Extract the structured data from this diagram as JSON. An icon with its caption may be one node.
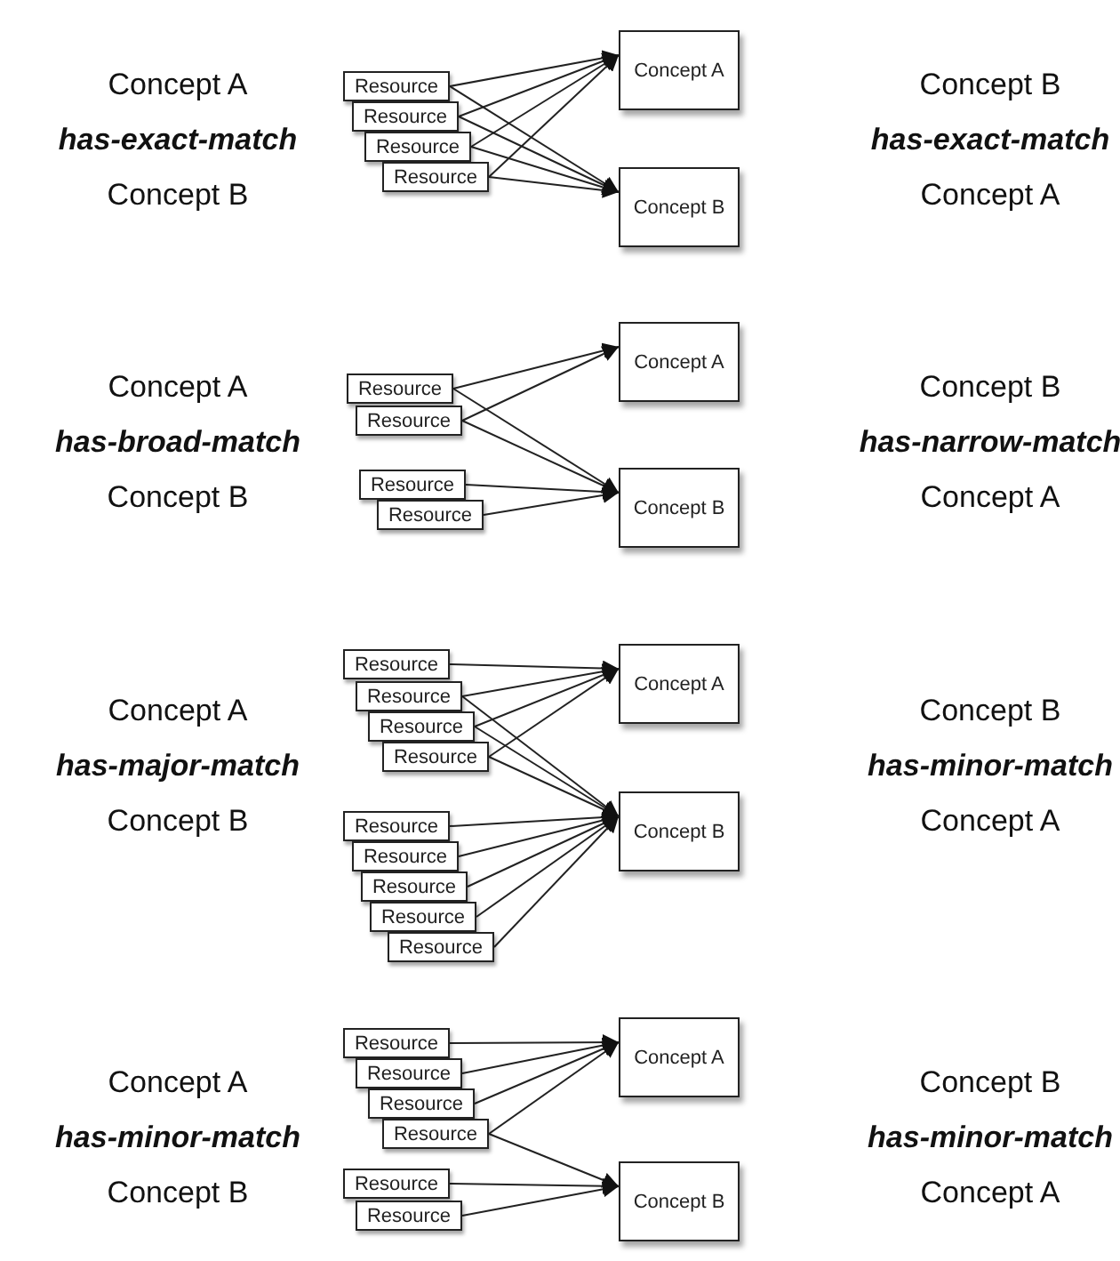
{
  "diagram": {
    "nodes": [
      {
        "text": [
          "Resource"
        ]
      },
      {
        "text": [
          "Resource"
        ]
      },
      {
        "text": [
          "Resource"
        ]
      },
      {
        "text": [
          "Resource"
        ]
      },
      {
        "text": [
          "Concept A"
        ]
      },
      {
        "text": [
          "Concept B"
        ]
      },
      {
        "text": [
          "Resource"
        ]
      },
      {
        "text": [
          "Resource"
        ]
      },
      {
        "text": [
          "Resource"
        ]
      },
      {
        "text": [
          "Resource"
        ]
      },
      {
        "text": [
          "Concept A"
        ]
      },
      {
        "text": [
          "Concept B"
        ]
      },
      {
        "text": [
          "Resource"
        ]
      },
      {
        "text": [
          "Resource"
        ]
      },
      {
        "text": [
          "Resource"
        ]
      },
      {
        "text": [
          "Resource"
        ]
      },
      {
        "text": [
          "Resource"
        ]
      },
      {
        "text": [
          "Resource"
        ]
      },
      {
        "text": [
          "Resource"
        ]
      },
      {
        "text": [
          "Resource"
        ]
      },
      {
        "text": [
          "Resource"
        ]
      },
      {
        "text": [
          "Concept A"
        ]
      },
      {
        "text": [
          "Concept B"
        ]
      },
      {
        "text": [
          "Resource"
        ]
      },
      {
        "text": [
          "Resource"
        ]
      },
      {
        "text": [
          "Resource"
        ]
      },
      {
        "text": [
          "Resource"
        ]
      },
      {
        "text": [
          "Resource"
        ]
      },
      {
        "text": [
          "Resource"
        ]
      },
      {
        "text": [
          "Concept A"
        ]
      },
      {
        "text": [
          "Concept B"
        ]
      }
    ],
    "edges": [
      {
        "from": 0,
        "to": 4,
        "arrow": "to"
      },
      {
        "from": 1,
        "to": 4,
        "arrow": "to"
      },
      {
        "from": 2,
        "to": 4,
        "arrow": "to"
      },
      {
        "from": 3,
        "to": 4,
        "arrow": "to"
      },
      {
        "from": 0,
        "to": 5,
        "arrow": "to"
      },
      {
        "from": 1,
        "to": 5,
        "arrow": "to"
      },
      {
        "from": 2,
        "to": 5,
        "arrow": "to"
      },
      {
        "from": 3,
        "to": 5,
        "arrow": "to"
      },
      {
        "from": 6,
        "to": 10,
        "arrow": "to"
      },
      {
        "from": 7,
        "to": 10,
        "arrow": "to"
      },
      {
        "from": 6,
        "to": 11,
        "arrow": "to"
      },
      {
        "from": 7,
        "to": 11,
        "arrow": "to"
      },
      {
        "from": 8,
        "to": 11,
        "arrow": "to"
      },
      {
        "from": 9,
        "to": 11,
        "arrow": "to"
      },
      {
        "from": 12,
        "to": 21,
        "arrow": "to"
      },
      {
        "from": 13,
        "to": 21,
        "arrow": "to"
      },
      {
        "from": 14,
        "to": 21,
        "arrow": "to"
      },
      {
        "from": 15,
        "to": 21,
        "arrow": "to"
      },
      {
        "from": 13,
        "to": 22,
        "arrow": "to"
      },
      {
        "from": 14,
        "to": 22,
        "arrow": "to"
      },
      {
        "from": 15,
        "to": 22,
        "arrow": "to"
      },
      {
        "from": 16,
        "to": 22,
        "arrow": "to"
      },
      {
        "from": 17,
        "to": 22,
        "arrow": "to"
      },
      {
        "from": 18,
        "to": 22,
        "arrow": "to"
      },
      {
        "from": 19,
        "to": 22,
        "arrow": "to"
      },
      {
        "from": 20,
        "to": 22,
        "arrow": "to"
      },
      {
        "from": 23,
        "to": 29,
        "arrow": "to"
      },
      {
        "from": 24,
        "to": 29,
        "arrow": "to"
      },
      {
        "from": 25,
        "to": 29,
        "arrow": "to"
      },
      {
        "from": 26,
        "to": 29,
        "arrow": "to"
      },
      {
        "from": 26,
        "to": 30,
        "arrow": "to"
      },
      {
        "from": 27,
        "to": 30,
        "arrow": "to"
      },
      {
        "from": 28,
        "to": 30,
        "arrow": "to"
      }
    ],
    "labels": [
      "Concept A",
      "has-exact-match",
      "Concept B",
      "Concept B",
      "has-exact-match",
      "Concept A",
      "Concept A",
      "has-broad-match",
      "Concept B",
      "Concept B",
      "has-narrow-match",
      "Concept A",
      "Concept A",
      "has-major-match",
      "Concept B",
      "Concept B",
      "has-minor-match",
      "Concept A",
      "Concept A",
      "has-minor-match",
      "Concept B",
      "Concept B",
      "has-minor-match",
      "Concept A"
    ]
  }
}
